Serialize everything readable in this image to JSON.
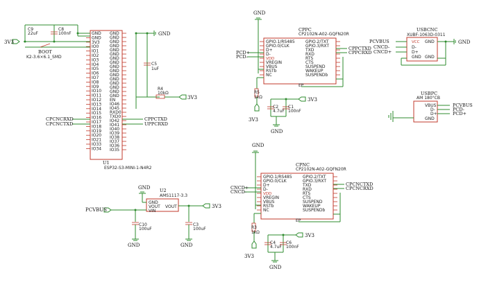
{
  "power": {
    "gnd": "GND",
    "v33": "3V3",
    "vbus": "PCVBUS"
  },
  "u1": {
    "ref": "U1",
    "value": "ESP32-S3-MINI-1-N4R2",
    "left_pins": [
      "GND",
      "GND",
      "3V3",
      "IO0",
      "IO1",
      "IO2",
      "IO3",
      "IO4",
      "IO5",
      "IO6",
      "IO7",
      "IO8",
      "IO9",
      "IO10",
      "IO11",
      "IO12",
      "IO13",
      "IO14",
      "IO15",
      "IO16",
      "IO17",
      "IO18",
      "IO19",
      "IO20",
      "IO21",
      "IO33",
      "IO34"
    ],
    "right_pins": [
      "GND",
      "GND",
      "GND",
      "GND",
      "GND",
      "GND",
      "GND",
      "GND",
      "GND",
      "GND",
      "GND",
      "GND",
      "GND",
      "GND",
      "GND",
      "GND",
      "EN",
      "IO46",
      "IO45",
      "RXD0",
      "TXD0",
      "IO42",
      "IO41",
      "IO40",
      "IO39",
      "IO38",
      "IO37",
      "IO36",
      "IO35"
    ],
    "left_nets": {
      "io17": "CPCNCRXD",
      "io18": "CPCNCTXD"
    },
    "right_nets": {
      "rxd0": "CPPCTXD",
      "txd0": "UPPCRXD"
    }
  },
  "c9": {
    "ref": "C9",
    "value": "22uF"
  },
  "c8": {
    "ref": "C8",
    "value": "100nF"
  },
  "boot": {
    "ref": "BOOT",
    "value": "K2-3.6×6.1_SMD"
  },
  "c5": {
    "ref": "C5",
    "value": "1uF"
  },
  "r4": {
    "ref": "R4",
    "value": "10kΩ"
  },
  "u2": {
    "ref": "U2",
    "value": "AMS1117-3.3",
    "pins": [
      "GND",
      "VOUT",
      "VIN"
    ],
    "vout": "VOUT"
  },
  "c10": {
    "ref": "C10",
    "value": "100uF"
  },
  "c3": {
    "ref": "C3",
    "value": "100uF"
  },
  "cppc": {
    "ref": "CPPC",
    "value": "CP2102N-A02-GQFN20R",
    "left_pins": [
      "GPIO.1/RS485",
      "GPIO.0/CLK",
      "D+",
      "D-",
      "VDD",
      "VREGIN",
      "VBUS",
      "RSTb",
      "NC"
    ],
    "right_pins": [
      "GPIO.2/TXT",
      "GPIO.3/RXT",
      "TXD",
      "RXD",
      "RTS",
      "CTS",
      "SUSPEND",
      "WAKEUP",
      "SUSPENDb"
    ],
    "bottom_pin": "EP",
    "in_nets": [
      "PCD+",
      "PCD-"
    ],
    "out_nets": [
      "CPPCTXD",
      "CPPCRXD"
    ]
  },
  "r5": {
    "ref": "R5",
    "value": "1kΩ"
  },
  "c2": {
    "ref": "C2",
    "value": "4.7uF"
  },
  "c1": {
    "ref": "C1",
    "value": "100nF"
  },
  "cpnc": {
    "ref": "CPNC",
    "value": "CP2102N-A02-GQFN20R",
    "left_pins": [
      "GPIO.1/RS485",
      "GPIO.0/CLK",
      "D+",
      "D-",
      "VDD",
      "VREGIN",
      "VBUS",
      "RSTb",
      "NC"
    ],
    "right_pins": [
      "GPIO.2/TXT",
      "GPIO.3/RXT",
      "TXD",
      "RXD",
      "RTS",
      "CTS",
      "SUSPEND",
      "WAKEUP",
      "SUSPENDb"
    ],
    "bottom_pin": "EP",
    "in_nets": [
      "CNCD+",
      "CNCD-"
    ],
    "out_nets": [
      "CPCNCTXD",
      "CPCNCRXD"
    ]
  },
  "r3": {
    "ref": "R3",
    "value": "1kΩ"
  },
  "c4": {
    "ref": "C4",
    "value": "4.7uF"
  },
  "c6": {
    "ref": "C6",
    "value": "100nF"
  },
  "usbcnc": {
    "ref": "USBCNC",
    "value": "XUBF-1063D-0311",
    "left_pins": [
      "VCC",
      "D-",
      "D+",
      "GND"
    ],
    "right_pins": [
      "GND",
      "GND"
    ],
    "nets": [
      "PCVBUS",
      "CNCD-",
      "CNCD+"
    ]
  },
  "usbpc": {
    "ref": "USBPC",
    "value": "AM 180°CB",
    "pins": [
      "VBUS",
      "D-",
      "D+",
      "GND"
    ],
    "nets": [
      "PCVBUS",
      "PCD-",
      "PCD+"
    ]
  },
  "vcc_label": "VCC"
}
